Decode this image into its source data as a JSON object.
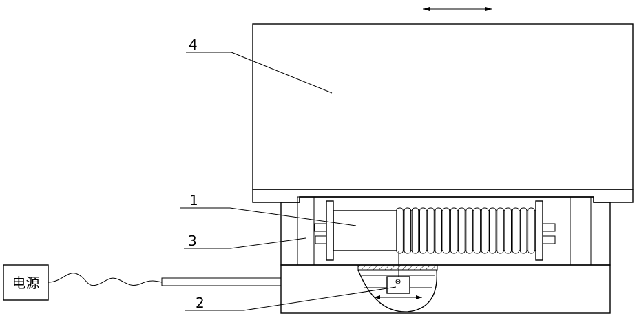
{
  "labels": {
    "part1": "1",
    "part2": "2",
    "part3": "3",
    "part4": "4"
  },
  "power_source": "电源",
  "coil_turns": 18
}
